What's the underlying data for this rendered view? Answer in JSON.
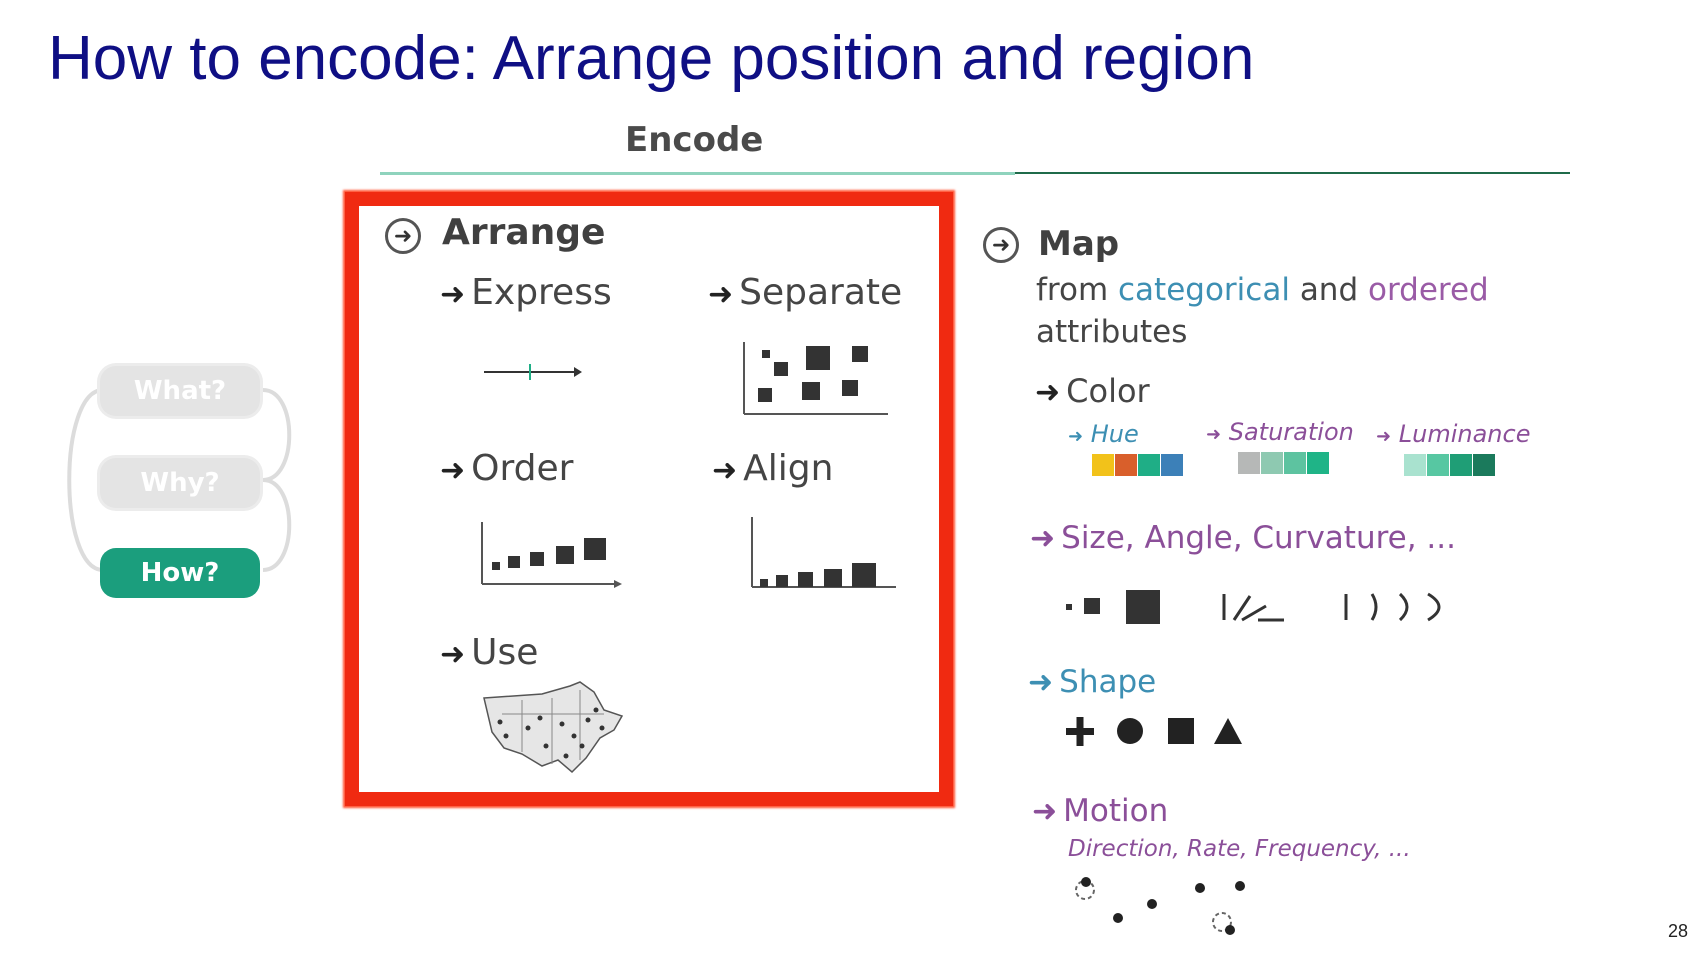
{
  "title": "How to encode:  Arrange position and region",
  "encode_label": "Encode",
  "nav": {
    "what": "What?",
    "why": "Why?",
    "how": "How?"
  },
  "arrange": {
    "heading": "Arrange",
    "items": {
      "express": "Express",
      "separate": "Separate",
      "order": "Order",
      "align": "Align",
      "use": "Use"
    }
  },
  "map": {
    "heading": "Map",
    "desc_from": "from",
    "desc_categorical": "categorical",
    "desc_and": "and",
    "desc_ordered": "ordered",
    "desc_attributes": "attributes",
    "color": "Color",
    "hue": "Hue",
    "saturation": "Saturation",
    "luminance": "Luminance",
    "size_angle": "Size, Angle, Curvature, ...",
    "shape": "Shape",
    "motion": "Motion",
    "motion_sub": "Direction, Rate, Frequency, ..."
  },
  "colors": {
    "hue": [
      "#f2c21a",
      "#d95f2b",
      "#1fae86",
      "#3c80b8"
    ],
    "saturation": [
      "#b6b8b7",
      "#8ec9b1",
      "#5dc3a0",
      "#1fb487"
    ],
    "luminance": [
      "#a9e2cf",
      "#57c7a2",
      "#1f9e76",
      "#1b7a5c"
    ],
    "red_box": "#f02a11",
    "how_pill": "#1b9e7d",
    "title": "#0f0f84"
  },
  "page_number": "28"
}
